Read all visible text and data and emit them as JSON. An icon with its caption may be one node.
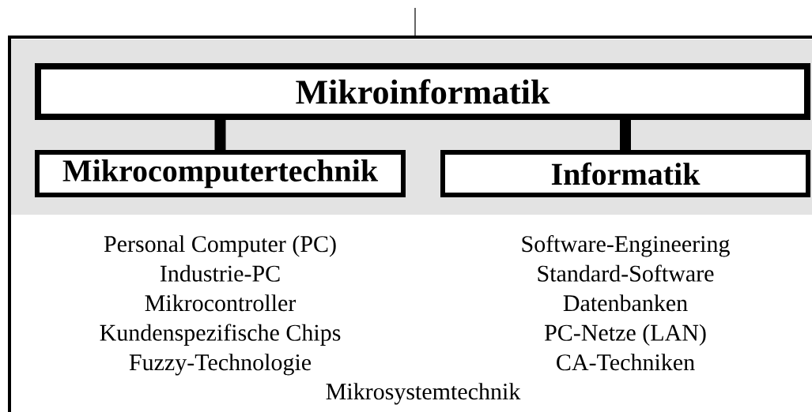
{
  "diagram": {
    "nodes": [
      {
        "text": [],
        "shape": "box"
      },
      {
        "text": [
          "Mikroinformatik"
        ],
        "in": 0
      },
      {
        "text": [
          "Mikrocomputertechnik"
        ],
        "in": 0,
        "beside": [
          "Personal Computer (PC)",
          "Industrie-PC",
          "Mikrocontroller",
          "Kundenspezifische Chips",
          "Fuzzy-Technologie"
        ]
      },
      {
        "text": [
          "Informatik"
        ],
        "in": 0,
        "beside": [
          "Software-Engineering",
          "Standard-Software",
          "Datenbanken",
          "PC-Netze (LAN)",
          "CA-Techniken"
        ]
      }
    ],
    "edges": [
      {
        "from": null,
        "to": 0,
        "arrow": "none"
      },
      {
        "from": 1,
        "to": 2,
        "arrow": "none"
      },
      {
        "from": 1,
        "to": 3,
        "arrow": "none"
      }
    ],
    "labels": [
      "Mikrosystemtechnik"
    ]
  }
}
